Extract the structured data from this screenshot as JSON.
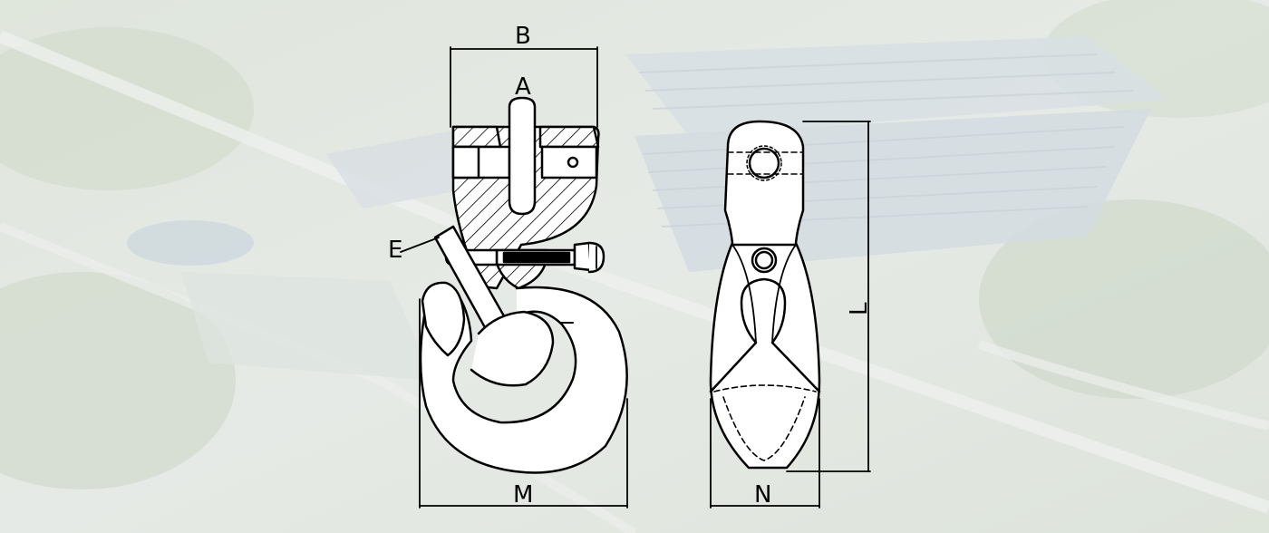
{
  "dimensions": {
    "A": "A",
    "B": "B",
    "E": "E",
    "L": "L",
    "M": "M",
    "N": "N"
  },
  "colors": {
    "background": "#e3e8e2",
    "line": "#000000",
    "fill": "#ffffff"
  }
}
